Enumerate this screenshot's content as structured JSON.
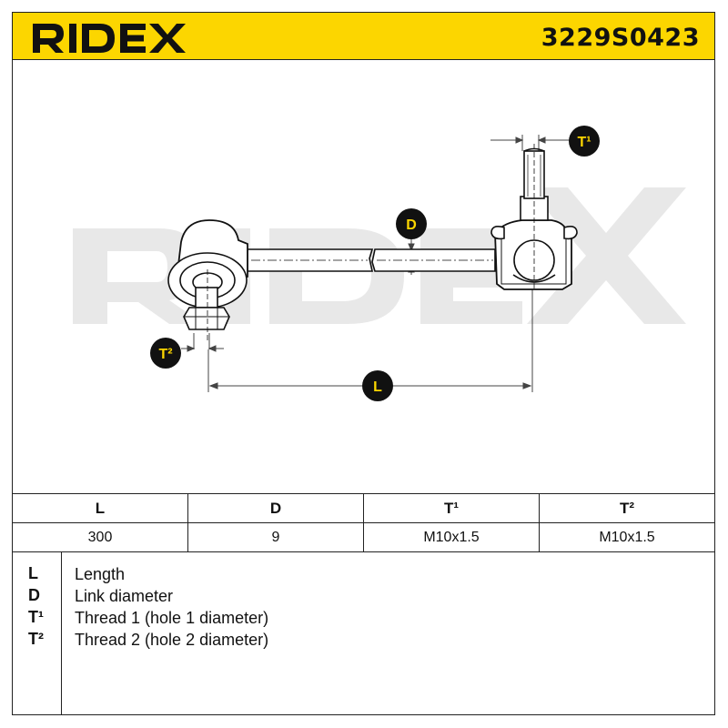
{
  "header": {
    "brand": "RIDEX",
    "part_number": "3229S0423"
  },
  "drawing": {
    "watermark": "RIDEX",
    "dimension_labels": {
      "T1": "T¹",
      "T2": "T²",
      "D": "D",
      "L": "L"
    }
  },
  "spec_table": {
    "headers": [
      "L",
      "D",
      "T¹",
      "T²"
    ],
    "values": [
      "300",
      "9",
      "M10x1.5",
      "M10x1.5"
    ]
  },
  "legend": [
    {
      "key": "L",
      "desc": "Length"
    },
    {
      "key": "D",
      "desc": "Link diameter"
    },
    {
      "key": "T¹",
      "desc": "Thread 1 (hole 1 diameter)"
    },
    {
      "key": "T²",
      "desc": "Thread 2 (hole 2 diameter)"
    }
  ],
  "colors": {
    "brand_yellow": "#fcd600",
    "badge_fill": "#111111",
    "badge_text": "#fcd600",
    "watermark_grey": "#e6e6e6"
  }
}
